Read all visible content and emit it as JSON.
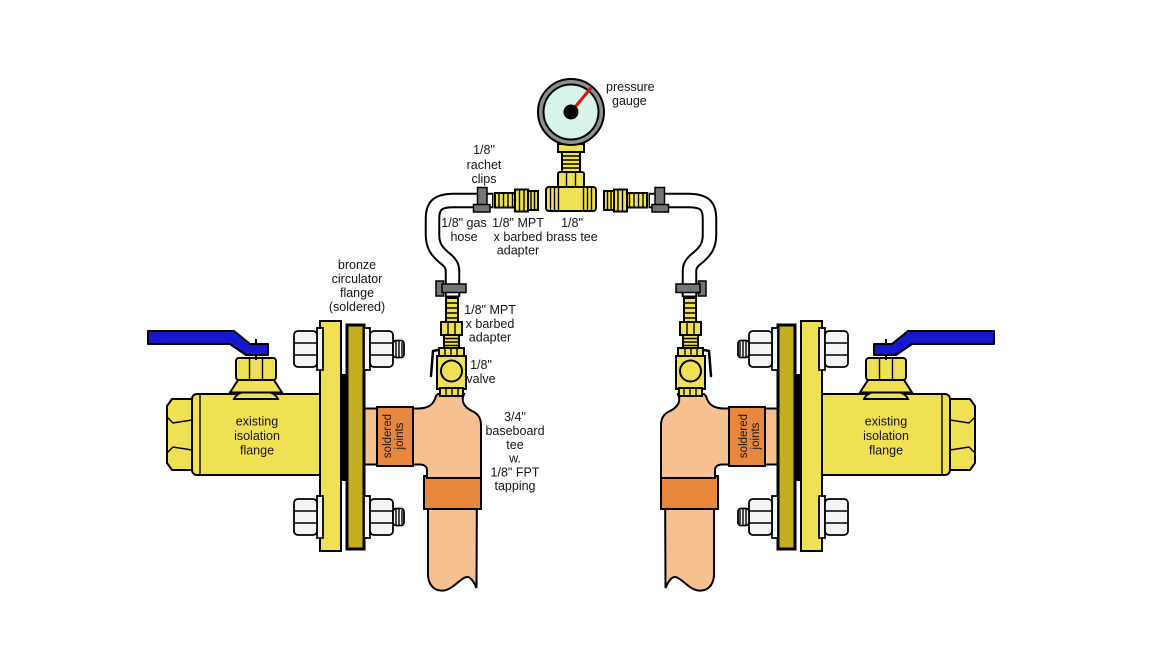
{
  "labels": {
    "pressure_gauge": [
      "pressure",
      "gauge"
    ],
    "rachet_clips": [
      "1/8\"",
      "rachet",
      "clips"
    ],
    "gas_hose": [
      "1/8\" gas",
      "hose"
    ],
    "mpt_adapter_upper": [
      "1/8\" MPT",
      "x barbed",
      "adapter"
    ],
    "brass_tee": [
      "1/8\"",
      "brass tee"
    ],
    "circulator_flange": [
      "bronze",
      "circulator",
      "flange",
      "(soldered)"
    ],
    "mpt_adapter_lower": [
      "1/8\" MPT",
      "x barbed",
      "adapter"
    ],
    "test_valve": [
      "1/8\"",
      "valve"
    ],
    "baseboard_tee": [
      "3/4\"",
      "baseboard",
      "tee",
      "w.",
      "1/8\" FPT",
      "tapping"
    ],
    "isolation_flange_left": [
      "existing",
      "isolation",
      "flange"
    ],
    "isolation_flange_right": [
      "existing",
      "isolation",
      "flange"
    ],
    "soldered_joints_left": [
      "soldered",
      "joints"
    ],
    "soldered_joints_right": [
      "soldered",
      "joints"
    ]
  },
  "colors": {
    "brass": "#f0e054",
    "brass-dark": "#c3ae22",
    "copper": "#f7c091",
    "solder": "#e8883e",
    "hose": "#ffffff",
    "clip": "#757575",
    "handle-blue": "#1717cf",
    "gauge-face": "#d9f4e9",
    "gauge-rim": "#8d9090",
    "needle": "#dd1111",
    "bolt-white": "#f4f4f4",
    "outline": "#000000",
    "label": "#151515"
  }
}
